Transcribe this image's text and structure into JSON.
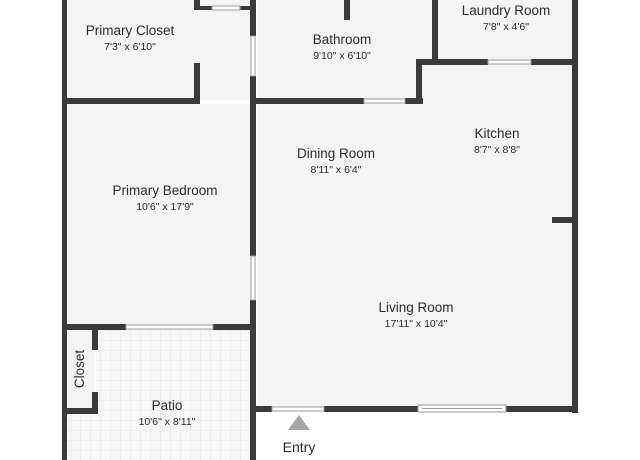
{
  "rooms": {
    "primary_closet": {
      "name": "Primary Closet",
      "dims": "7'3\" x 6'10\""
    },
    "bathroom": {
      "name": "Bathroom",
      "dims": "9'10\" x 6'10\""
    },
    "laundry_room": {
      "name": "Laundry Room",
      "dims": "7'8\" x 4'6\""
    },
    "kitchen": {
      "name": "Kitchen",
      "dims": "8'7\" x 8'8\""
    },
    "dining_room": {
      "name": "Dining Room",
      "dims": "8'11\" x 6'4\""
    },
    "primary_bedroom": {
      "name": "Primary Bedroom",
      "dims": "10'6\" x 17'9\""
    },
    "living_room": {
      "name": "Living Room",
      "dims": "17'11\" x 10'4\""
    },
    "closet": {
      "name": "Closet"
    },
    "patio": {
      "name": "Patio",
      "dims": "10'6\" x 8'11\""
    }
  },
  "entry": {
    "label": "Entry"
  },
  "colors": {
    "wall": "#3a3a3a",
    "floor": "#f4f4f4",
    "patio_tile": "#e3e3e3",
    "opening": "#ffffff",
    "entry_marker": "#a6a6a6"
  }
}
